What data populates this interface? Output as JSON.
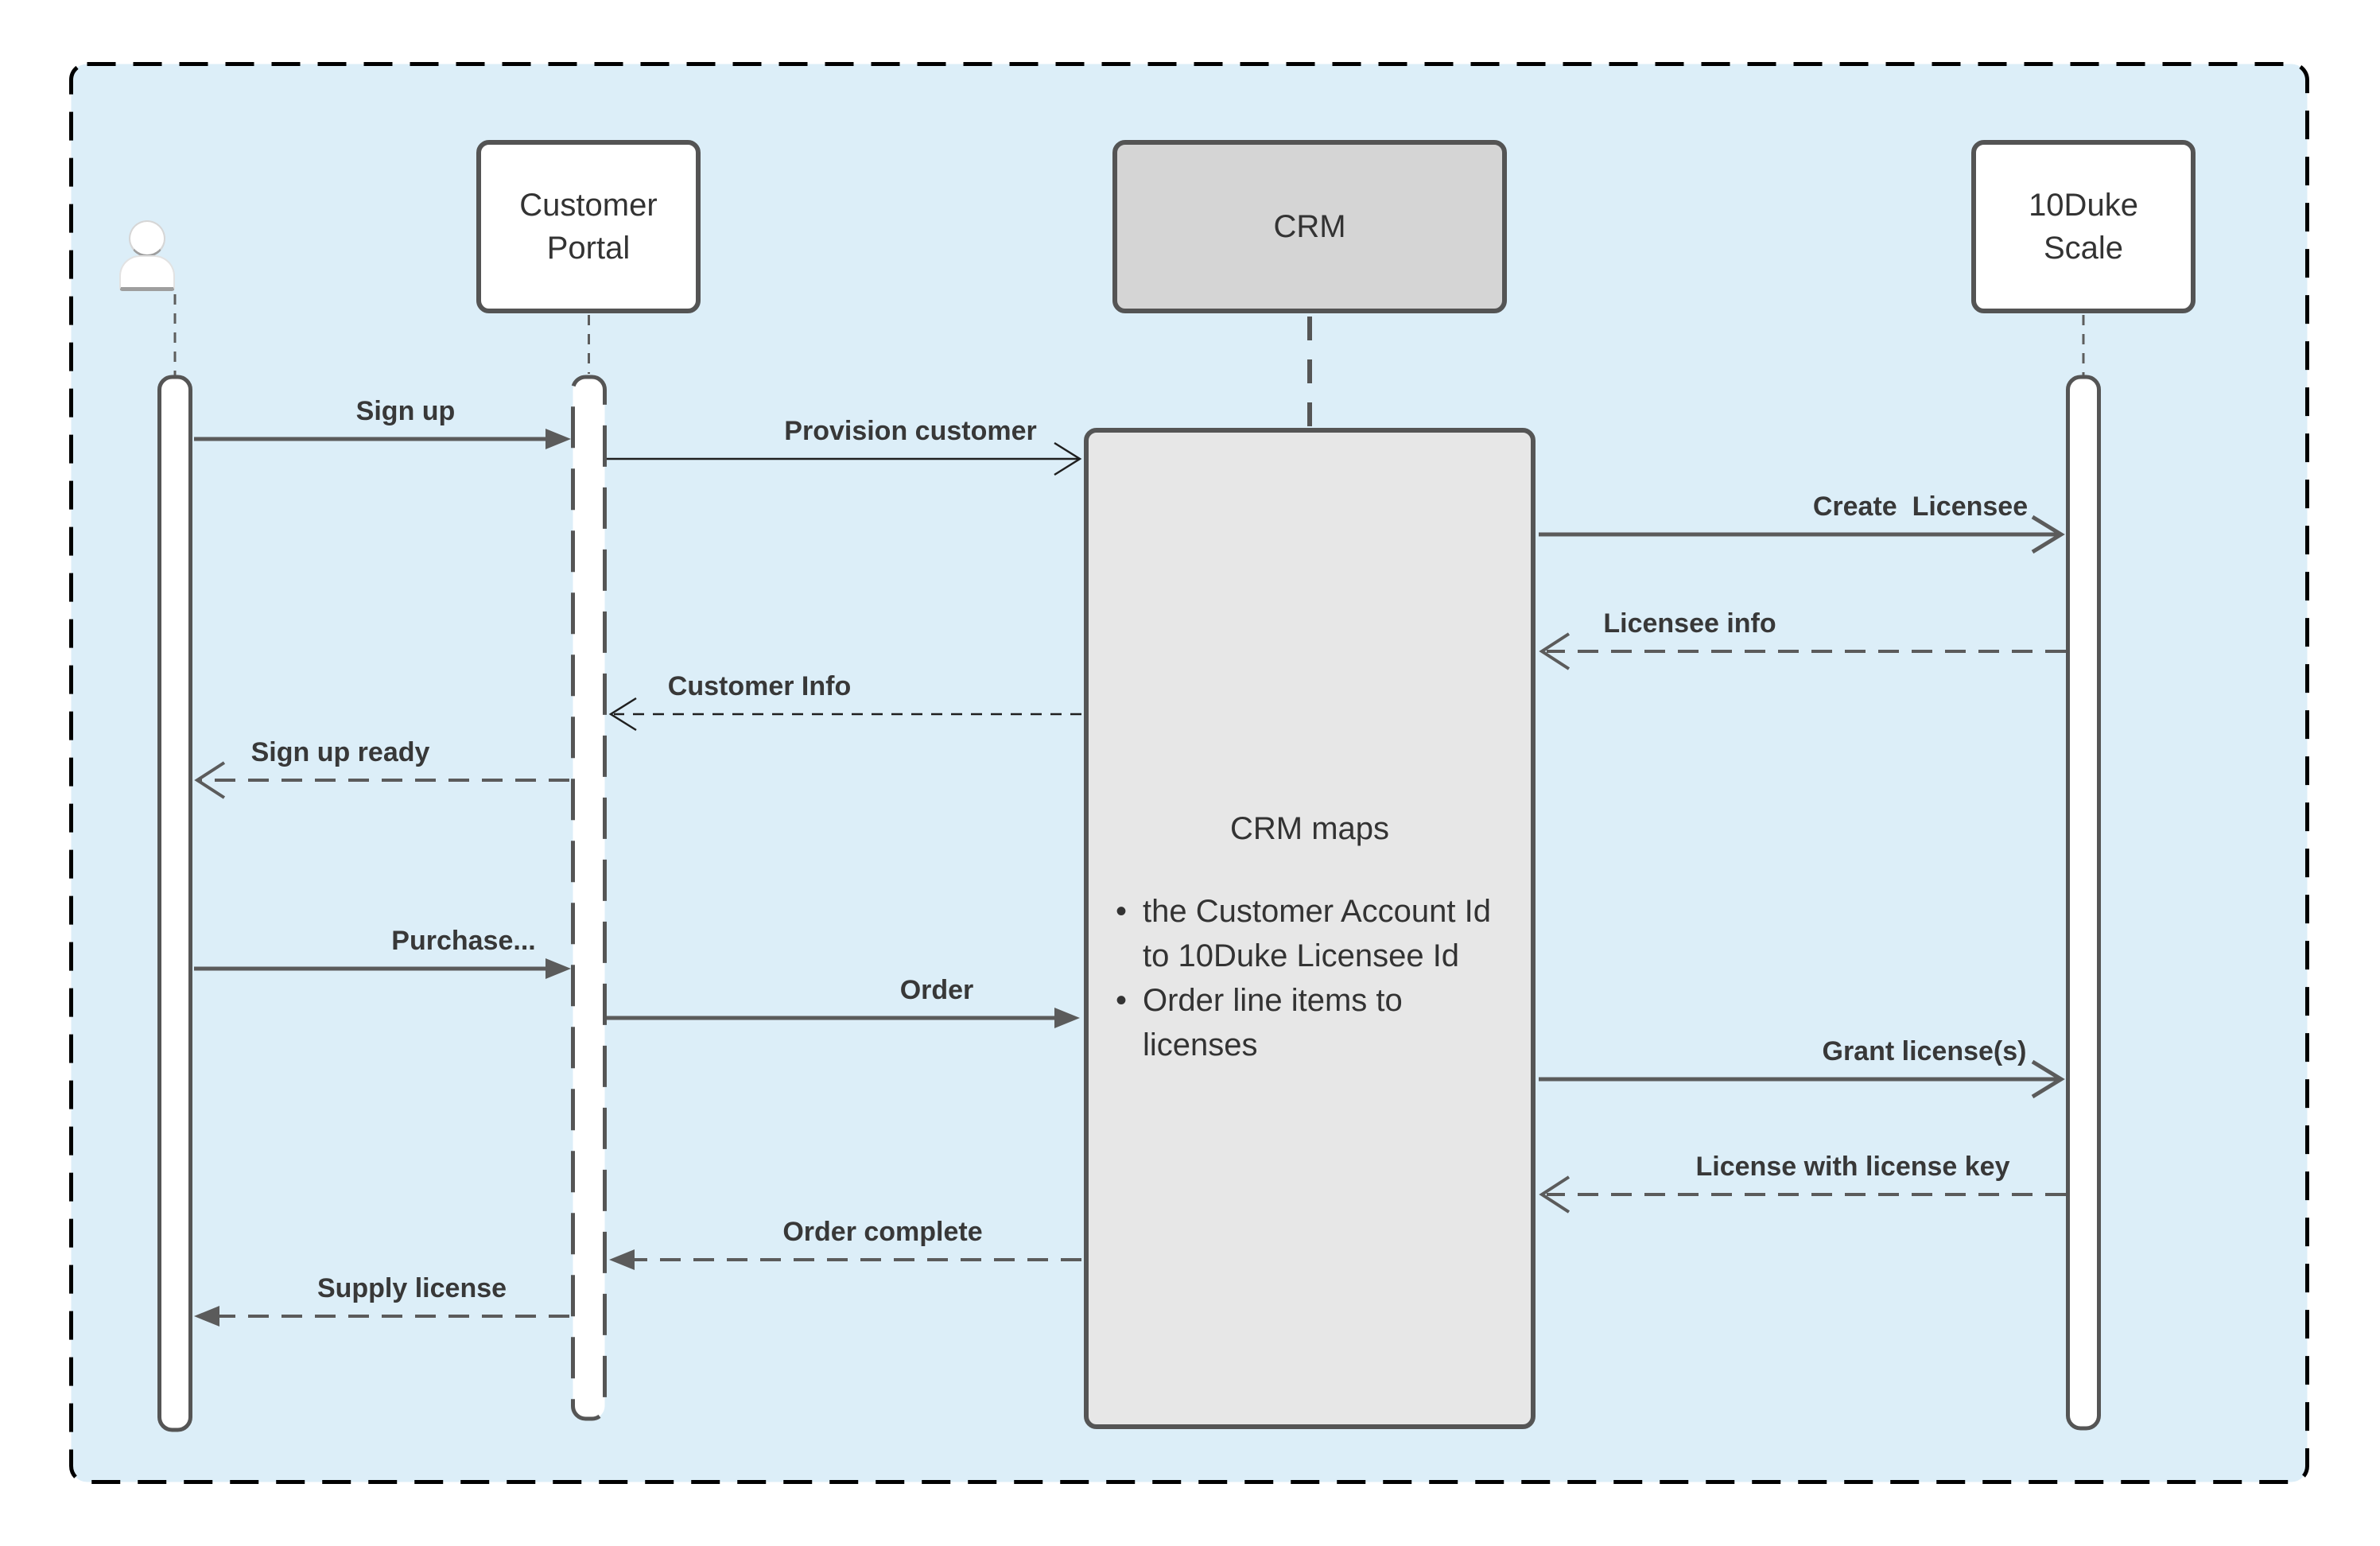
{
  "diagram": {
    "type": "sequence-diagram",
    "colors": {
      "frame_background": "#dceef8",
      "frame_border": "#000000",
      "node_border": "#545454",
      "node_background": "#ffffff",
      "crm_node_background": "#d5d5d5",
      "note_background": "#e7e7e7",
      "arrow_gray": "#5b5b5b",
      "arrow_dark": "#1f1f1f",
      "label_text": "#383838",
      "title_text": "#333333"
    },
    "participants": [
      {
        "id": "user",
        "kind": "actor",
        "label": "",
        "icon": "person-icon"
      },
      {
        "id": "customer-portal",
        "kind": "system",
        "label": "Customer Portal"
      },
      {
        "id": "crm",
        "kind": "system",
        "label": "CRM"
      },
      {
        "id": "tenduke-scale",
        "kind": "system",
        "label": "10Duke Scale"
      }
    ],
    "note": {
      "title": "CRM maps",
      "bullets": [
        "the Customer Account Id to 10Duke Licensee Id",
        "Order line items to licenses"
      ]
    },
    "messages": [
      {
        "label": "Sign up",
        "from": "user",
        "to": "customer-portal",
        "line": "solid",
        "head": "filled"
      },
      {
        "label": "Provision customer",
        "from": "customer-portal",
        "to": "crm",
        "line": "solid",
        "head": "open"
      },
      {
        "label": "Create  Licensee",
        "from": "crm",
        "to": "tenduke-scale",
        "line": "solid",
        "head": "open"
      },
      {
        "label": "Licensee info",
        "from": "tenduke-scale",
        "to": "crm",
        "line": "dashed",
        "head": "open"
      },
      {
        "label": "Customer Info",
        "from": "crm",
        "to": "customer-portal",
        "line": "dashed",
        "head": "open"
      },
      {
        "label": "Sign up ready",
        "from": "customer-portal",
        "to": "user",
        "line": "dashed",
        "head": "open"
      },
      {
        "label": "Purchase...",
        "from": "user",
        "to": "customer-portal",
        "line": "solid",
        "head": "filled"
      },
      {
        "label": "Order",
        "from": "customer-portal",
        "to": "crm",
        "line": "solid",
        "head": "filled"
      },
      {
        "label": "Grant license(s)",
        "from": "crm",
        "to": "tenduke-scale",
        "line": "solid",
        "head": "open"
      },
      {
        "label": "License with license key",
        "from": "tenduke-scale",
        "to": "crm",
        "line": "dashed",
        "head": "open"
      },
      {
        "label": "Order complete",
        "from": "crm",
        "to": "customer-portal",
        "line": "dashed",
        "head": "filled"
      },
      {
        "label": "Supply license",
        "from": "customer-portal",
        "to": "user",
        "line": "dashed",
        "head": "filled"
      }
    ]
  }
}
